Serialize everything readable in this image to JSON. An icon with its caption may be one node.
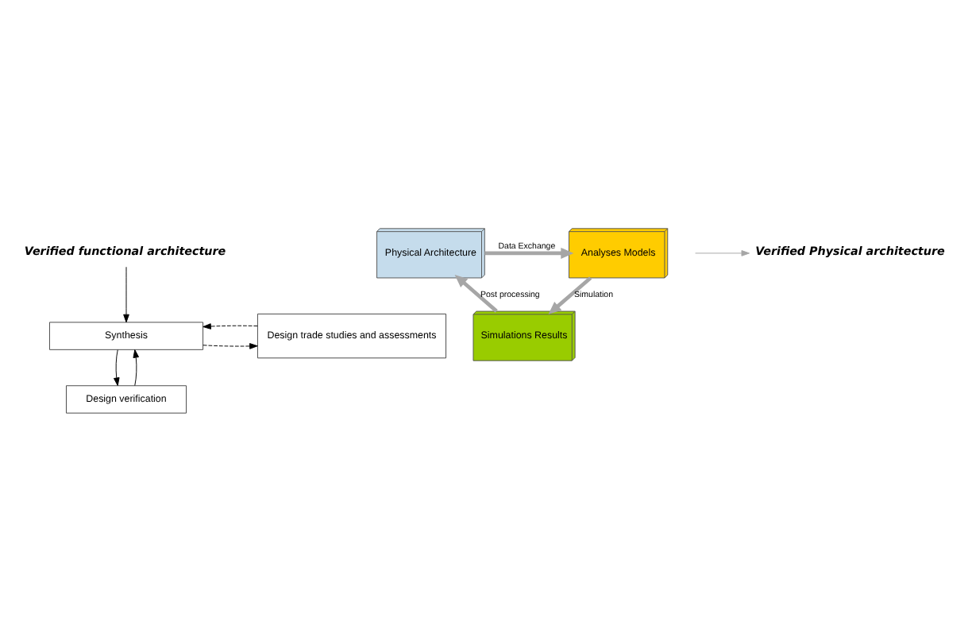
{
  "diagram": {
    "nodes": [
      {
        "text": [
          "Verified functional architecture"
        ]
      },
      {
        "text": [
          "Synthesis"
        ]
      },
      {
        "text": [
          "Design trade studies and assessments"
        ]
      },
      {
        "text": [
          "Physical Architecture"
        ]
      },
      {
        "text": [
          "Analyses Models"
        ]
      },
      {
        "text": [
          "Simulations Results"
        ]
      },
      {
        "text": [
          "Design verification"
        ]
      },
      {
        "text": [
          "Verified Physical architecture"
        ]
      }
    ],
    "edges": [
      {
        "from": 0,
        "to": 1,
        "arrow": "to"
      },
      {
        "from": 1,
        "to": 2,
        "arrow": "to",
        "style": "dashed"
      },
      {
        "from": 2,
        "to": 1,
        "arrow": "to",
        "style": "dashed"
      },
      {
        "from": 1,
        "to": 6,
        "arrow": "to"
      },
      {
        "from": 6,
        "to": 1,
        "arrow": "to"
      },
      {
        "from": 3,
        "to": 4,
        "arrow": "to",
        "label": "Data Exchange",
        "style": "thick",
        "color": "#a6a6a6"
      },
      {
        "from": 4,
        "to": 5,
        "arrow": "to",
        "label": "Simulation",
        "style": "thick",
        "color": "#a6a6a6"
      },
      {
        "from": 5,
        "to": 3,
        "arrow": "to",
        "label": "Post processing",
        "style": "thick",
        "color": "#a6a6a6"
      },
      {
        "from": null,
        "to": 7,
        "arrow": "to",
        "color": "#a6a6a6"
      }
    ]
  }
}
